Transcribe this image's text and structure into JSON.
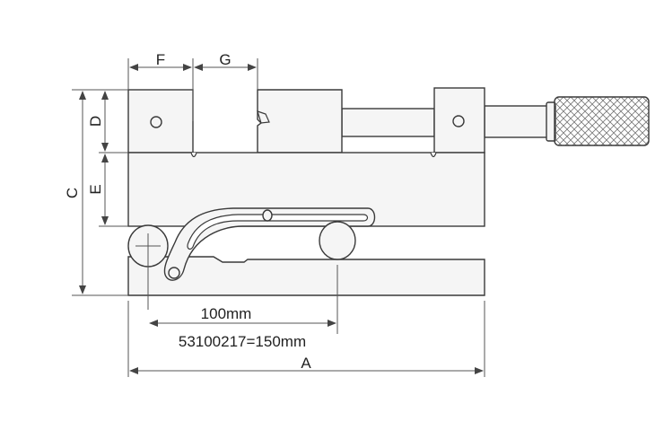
{
  "labels": {
    "A": "A",
    "C": "C",
    "D": "D",
    "E": "E",
    "F": "F",
    "G": "G"
  },
  "dimensions": {
    "short": "100mm",
    "long": "53100217=150mm"
  },
  "colors": {
    "fill": "#f5f5f5",
    "stroke": "#3a3a3a"
  }
}
